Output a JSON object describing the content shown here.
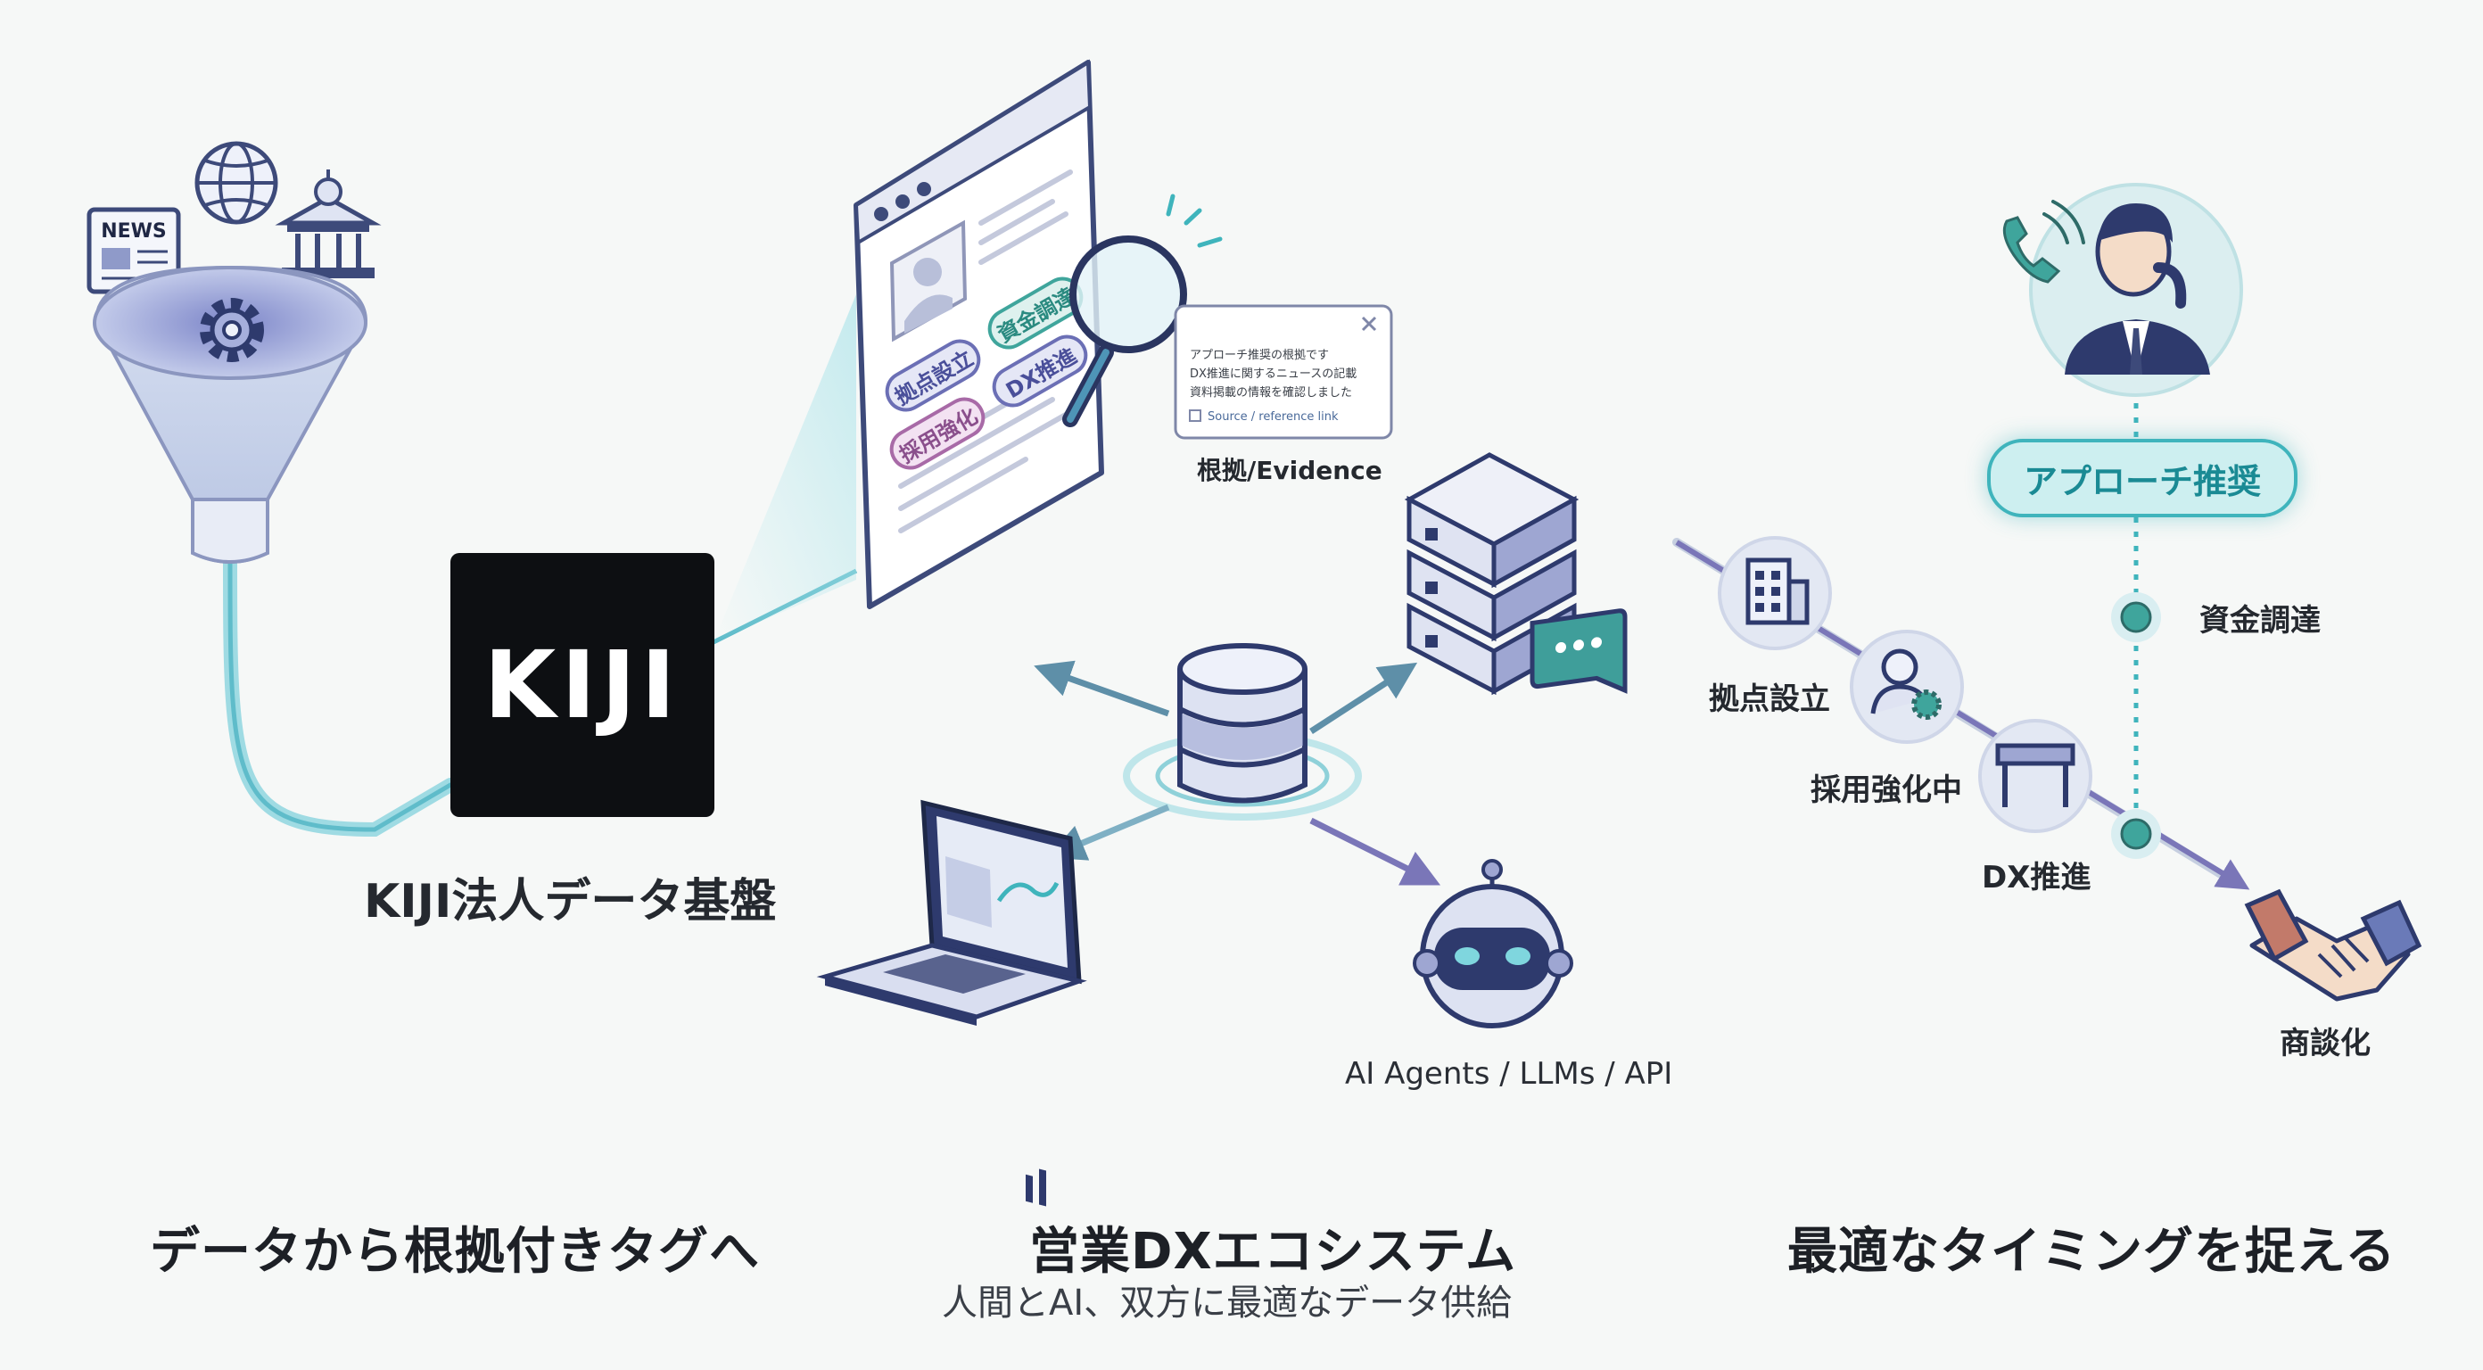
{
  "logo": {
    "text": "KIJI"
  },
  "sections": {
    "left": {
      "platform_label": "KIJI法人データ基盤",
      "caption": "データから根拠付きタグへ"
    },
    "center": {
      "caption": "営業DXエコシステム",
      "subcaption": "人間とAI、双方に最適なデータ供給",
      "consumers_label": "AI Agents / LLMs / API"
    },
    "right": {
      "caption": "最適なタイミングを捉える",
      "recommendation_pill": "アプローチ推奨",
      "deal_label": "商談化"
    }
  },
  "evidence": {
    "label": "根拠/Evidence",
    "popup_lines": [
      "アプローチ推奨の根拠です",
      "DX推進に関するニュースの記載",
      "資料掲載の情報を確認しました"
    ],
    "popup_link": "Source / reference link"
  },
  "document_tags": [
    "拠点設立",
    "採用強化",
    "資金調達",
    "DX推進"
  ],
  "source_icons": {
    "news": "NEWS"
  },
  "signals": [
    "拠点設立",
    "採用強化中",
    "DX推進"
  ],
  "timing_points": [
    "資金調達"
  ],
  "colors": {
    "accent_teal": "#3fb4bc",
    "accent_purple": "#7a76b8",
    "logo_bg": "#0d0f12"
  }
}
